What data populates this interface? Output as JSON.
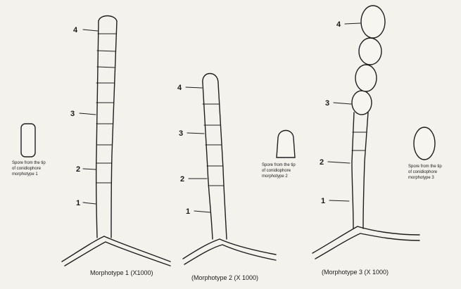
{
  "figure": {
    "morphotype1": {
      "caption": "Morphotype 1 (X1000)",
      "spore_caption": [
        "Spore from the tip",
        "of conidiophore",
        "morphotype 1"
      ],
      "labels": [
        "1",
        "2",
        "3",
        "4"
      ]
    },
    "morphotype2": {
      "caption": "(Morphotype 2 (X 1000)",
      "spore_caption": [
        "Spore from the tip",
        "of conidiophore",
        "morphotype 2"
      ],
      "labels": [
        "1",
        "2",
        "3",
        "4"
      ]
    },
    "morphotype3": {
      "caption": "(Morphotype 3 (X 1000)",
      "spore_caption": [
        "Spore from the tip",
        "of conidiophore",
        "morphotype 3"
      ],
      "labels": [
        "1",
        "2",
        "3",
        "4"
      ]
    }
  }
}
